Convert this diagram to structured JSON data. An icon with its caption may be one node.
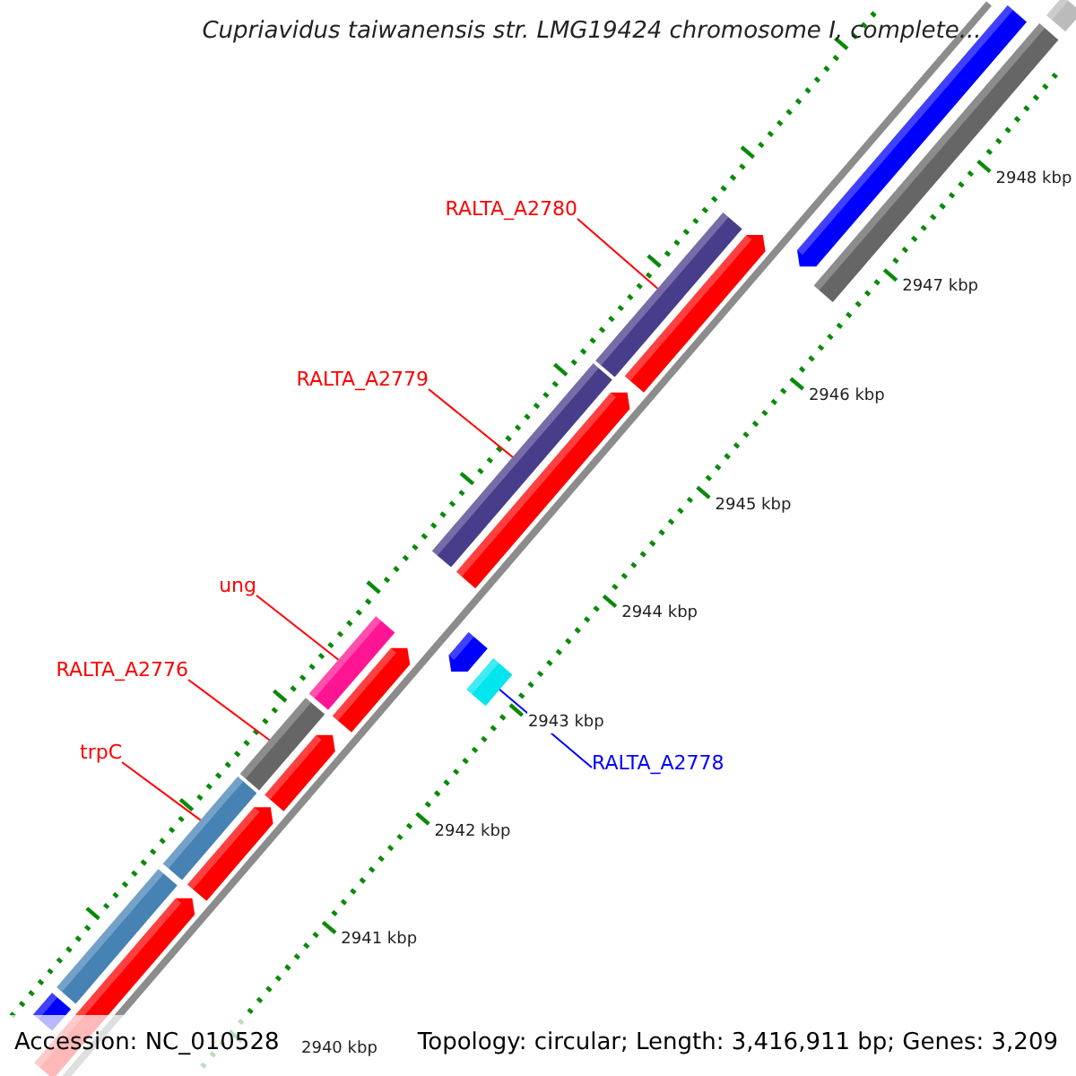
{
  "diagram": {
    "title": "Cupriavidus taiwanensis str. LMG19424 chromosome I, complete...",
    "nodes": [
      {
        "text": [
          "RALTA_A2780"
        ]
      },
      {
        "text": [
          "RALTA_A2779"
        ]
      },
      {
        "text": [
          "ung"
        ]
      },
      {
        "text": [
          "RALTA_A2776"
        ]
      },
      {
        "text": [
          "trpC"
        ]
      },
      {
        "text": [
          "RALTA_A2778"
        ]
      },
      {
        "text": [],
        "shape": "bar"
      },
      {
        "text": [],
        "shape": "bar"
      },
      {
        "text": [],
        "shape": "bar"
      },
      {
        "text": [],
        "shape": "bar"
      },
      {
        "text": [],
        "shape": "bar"
      },
      {
        "text": [],
        "shape": "bar"
      }
    ],
    "edges": [
      {
        "from": 0,
        "to": 6,
        "arrow": "none"
      },
      {
        "from": 1,
        "to": 7,
        "arrow": "none"
      },
      {
        "from": 2,
        "to": 8,
        "arrow": "none"
      },
      {
        "from": 3,
        "to": 10,
        "arrow": "none"
      },
      {
        "from": 4,
        "to": 11,
        "arrow": "none"
      },
      {
        "from": 5,
        "to": 9,
        "arrow": "none",
        "color": "#0000ff"
      }
    ],
    "labels": [
      "2948 kbp",
      "2947 kbp",
      "2946 kbp",
      "2945 kbp",
      "2944 kbp",
      "2943 kbp",
      "2942 kbp",
      "2941 kbp",
      "2940 kbp",
      "Accession: NC_010528",
      "Topology: circular; Length: 3,416,911 bp; Genes: 3,209"
    ]
  }
}
